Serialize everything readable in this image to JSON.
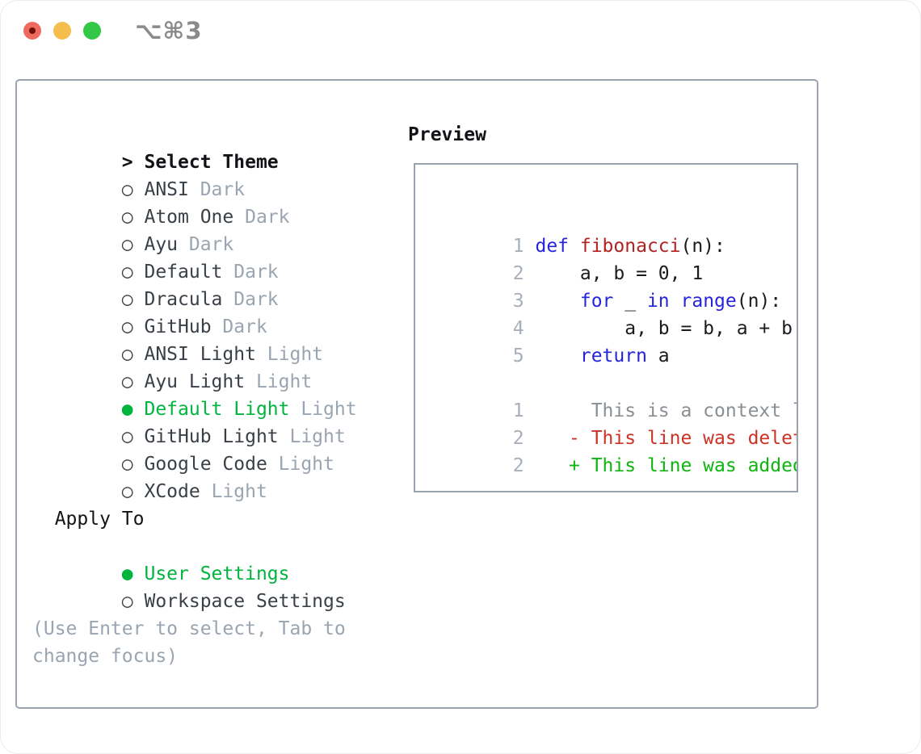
{
  "titlebar": {
    "shortcut": "⌥⌘3"
  },
  "theme_panel": {
    "cursor": ">",
    "title": "Select Theme",
    "items": [
      {
        "marker": "○",
        "name": "ANSI",
        "variant": "Dark",
        "selected": false
      },
      {
        "marker": "○",
        "name": "Atom One",
        "variant": "Dark",
        "selected": false
      },
      {
        "marker": "○",
        "name": "Ayu",
        "variant": "Dark",
        "selected": false
      },
      {
        "marker": "○",
        "name": "Default",
        "variant": "Dark",
        "selected": false
      },
      {
        "marker": "○",
        "name": "Dracula",
        "variant": "Dark",
        "selected": false
      },
      {
        "marker": "○",
        "name": "GitHub",
        "variant": "Dark",
        "selected": false
      },
      {
        "marker": "○",
        "name": "ANSI Light",
        "variant": "Light",
        "selected": false
      },
      {
        "marker": "○",
        "name": "Ayu Light",
        "variant": "Light",
        "selected": false
      },
      {
        "marker": "●",
        "name": "Default Light",
        "variant": "Light",
        "selected": true
      },
      {
        "marker": "○",
        "name": "GitHub Light",
        "variant": "Light",
        "selected": false
      },
      {
        "marker": "○",
        "name": "Google Code",
        "variant": "Light",
        "selected": false
      },
      {
        "marker": "○",
        "name": "XCode",
        "variant": "Light",
        "selected": false
      }
    ]
  },
  "apply_panel": {
    "title": "Apply To",
    "items": [
      {
        "marker": "●",
        "label": "User Settings",
        "selected": true
      },
      {
        "marker": "○",
        "label": "Workspace Settings",
        "selected": false
      }
    ]
  },
  "help": {
    "line1": "(Use Enter to select, Tab to",
    "line2": "change focus)"
  },
  "preview": {
    "title": "Preview",
    "code": [
      {
        "num": "1",
        "a": "def ",
        "b": "fibonacci",
        "c": "(n):"
      },
      {
        "num": "2",
        "a": "    a, b = 0, 1"
      },
      {
        "num": "3",
        "a": "    ",
        "b": "for",
        "c": " _ ",
        "d": "in",
        "e": " ",
        "f": "range",
        "g": "(n):"
      },
      {
        "num": "4",
        "a": "        a, b = b, a + b"
      },
      {
        "num": "5",
        "a": "    ",
        "b": "return",
        "c": " a"
      }
    ],
    "diff": [
      {
        "num": "1",
        "a": "     This is a context line."
      },
      {
        "num": "2",
        "a": "   - This line was deleted."
      },
      {
        "num": "2",
        "a": "   + This line was added."
      }
    ]
  },
  "colors": {
    "green": "#00b43e",
    "added": "#0eb50e",
    "deleted": "#cb3326",
    "keyword": "#2525dd",
    "function": "#b22222",
    "context": "#8a8f94",
    "linenum": "#a6afba",
    "border": "#9aa3ae",
    "name": "#3a4047",
    "muted": "#9aa5b1",
    "header": "#111317",
    "titlebar_text": "#8a8a8a",
    "light_red": "#ee6a5e",
    "light_red_dot": "#70100a",
    "light_yellow": "#f5bd4b",
    "light_green": "#32c745"
  }
}
